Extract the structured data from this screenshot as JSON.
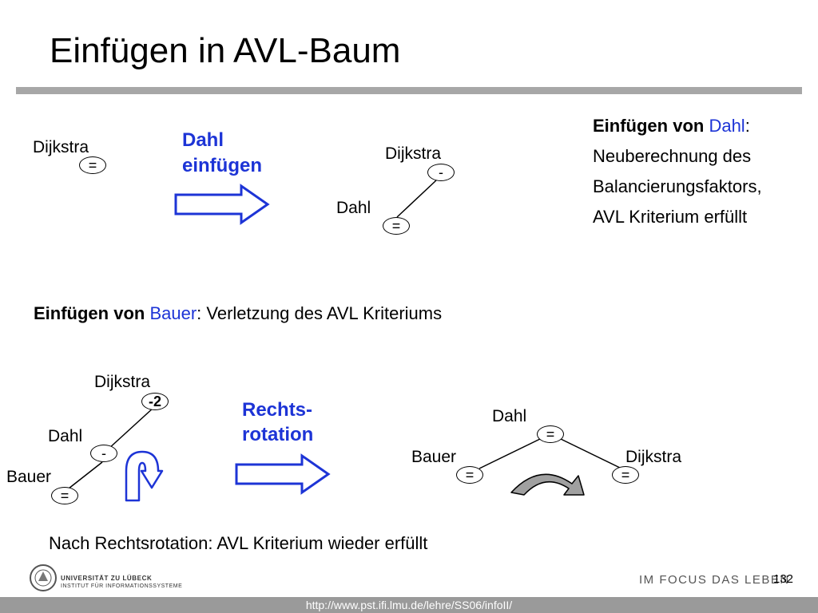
{
  "slide": {
    "title": "Einfügen in AVL-Baum",
    "page_number": "132",
    "url": "http://www.pst.ifi.lmu.de/lehre/SS06/infoII/",
    "slogan": "IM FOCUS DAS LEBEN",
    "university_line1": "UNIVERSITÄT ZU LÜBECK",
    "university_line2": "INSTITUT FÜR INFORMATIONSSYSTEME"
  },
  "step1": {
    "before": {
      "node": "Dijkstra",
      "balance": "="
    },
    "action_line1": "Dahl",
    "action_line2": "einfügen",
    "after": {
      "root": "Dijkstra",
      "root_balance": "-",
      "child": "Dahl",
      "child_balance": "="
    }
  },
  "note_right": {
    "line1_bold": "Einfügen von",
    "line1_name": "Dahl",
    "line1_colon": ":",
    "line2": "Neuberechnung des",
    "line3": "Balancierungsfaktors,",
    "line4": "AVL Kriterium erfüllt"
  },
  "step2_heading": {
    "bold": "Einfügen von",
    "name": "Bauer",
    "rest": ": Verletzung des AVL Kriteriums"
  },
  "step2": {
    "before": {
      "root": "Dijkstra",
      "root_balance": "-2",
      "mid": "Dahl",
      "mid_balance": "-",
      "leaf": "Bauer",
      "leaf_balance": "="
    },
    "action_line1": "Rechts-",
    "action_line2": "rotation",
    "after": {
      "root": "Dahl",
      "root_balance": "=",
      "left": "Bauer",
      "left_balance": "=",
      "right": "Dijkstra",
      "right_balance": "="
    }
  },
  "conclusion": "Nach Rechtsrotation: AVL Kriterium wieder erfüllt",
  "colors": {
    "accent": "#1d34d6",
    "rule": "#a7a7a7",
    "footer": "#9a9a9a",
    "rotation_fill": "#a0a0a0"
  }
}
